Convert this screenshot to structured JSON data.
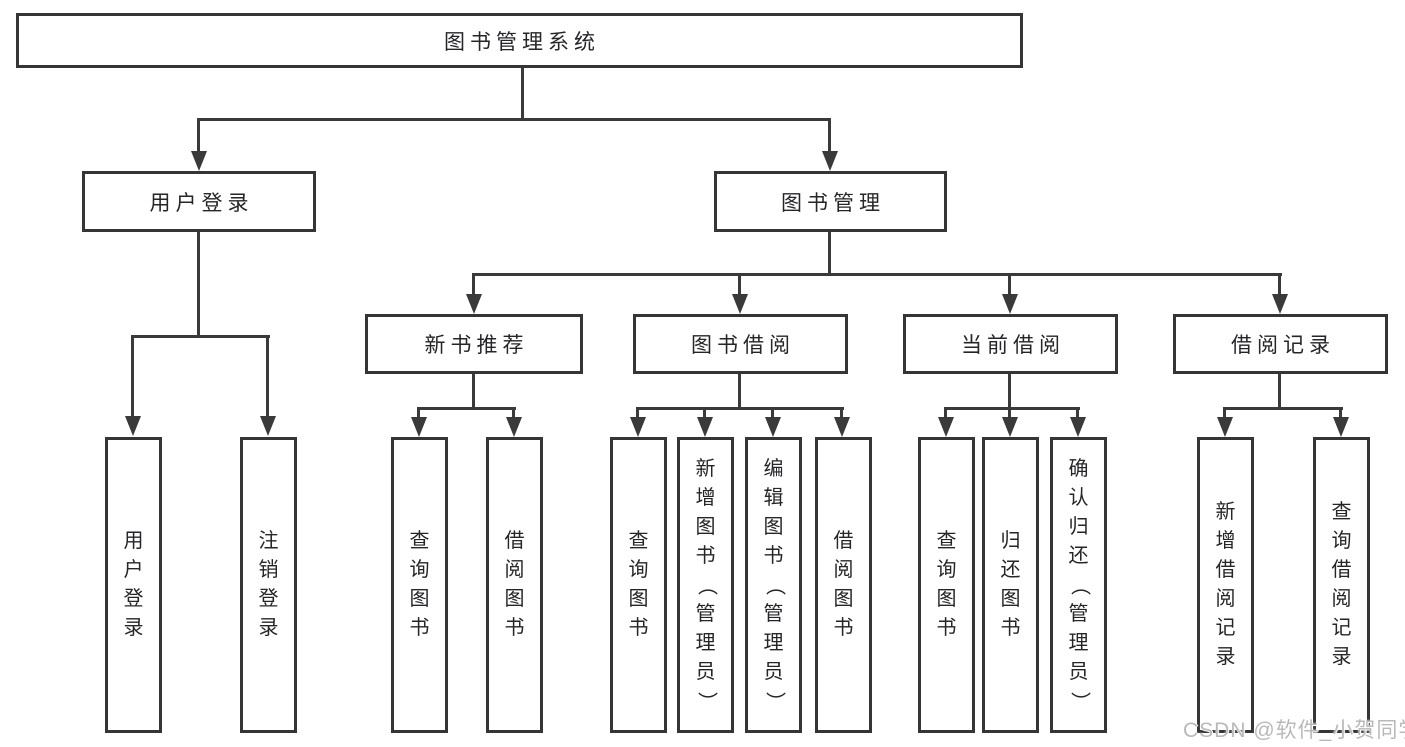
{
  "nodes": {
    "root": "图书管理系统",
    "user_login": "用户登录",
    "book_management": "图书管理",
    "new_book_recommend": "新书推荐",
    "book_borrow": "图书借阅",
    "current_borrow": "当前借阅",
    "borrow_records": "借阅记录",
    "leaf_user_login": "用户登录",
    "leaf_logout": "注销登录",
    "leaf_query_books_a": "查询图书",
    "leaf_borrow_books_a": "借阅图书",
    "leaf_query_books_b": "查询图书",
    "leaf_add_books": "新增图书（管理员）",
    "leaf_edit_books": "编辑图书（管理员）",
    "leaf_borrow_books_b": "借阅图书",
    "leaf_query_books_c": "查询图书",
    "leaf_return_books": "归还图书",
    "leaf_confirm_return": "确认归还（管理员）",
    "leaf_add_borrow_record": "新增借阅记录",
    "leaf_query_borrow_record": "查询借阅记录"
  },
  "hierarchy": {
    "图书管理系统": {
      "用户登录": [
        "用户登录",
        "注销登录"
      ],
      "图书管理": {
        "新书推荐": [
          "查询图书",
          "借阅图书"
        ],
        "图书借阅": [
          "查询图书",
          "新增图书（管理员）",
          "编辑图书（管理员）",
          "借阅图书"
        ],
        "当前借阅": [
          "查询图书",
          "归还图书",
          "确认归还（管理员）"
        ],
        "借阅记录": [
          "新增借阅记录",
          "查询借阅记录"
        ]
      }
    }
  },
  "watermark": "CSDN @软件_小贺同学",
  "colors": {
    "line": "#3a3a3a",
    "border": "#353535",
    "text": "#26262a",
    "background": "#ffffff",
    "watermark_text": "#b9b9b9"
  }
}
